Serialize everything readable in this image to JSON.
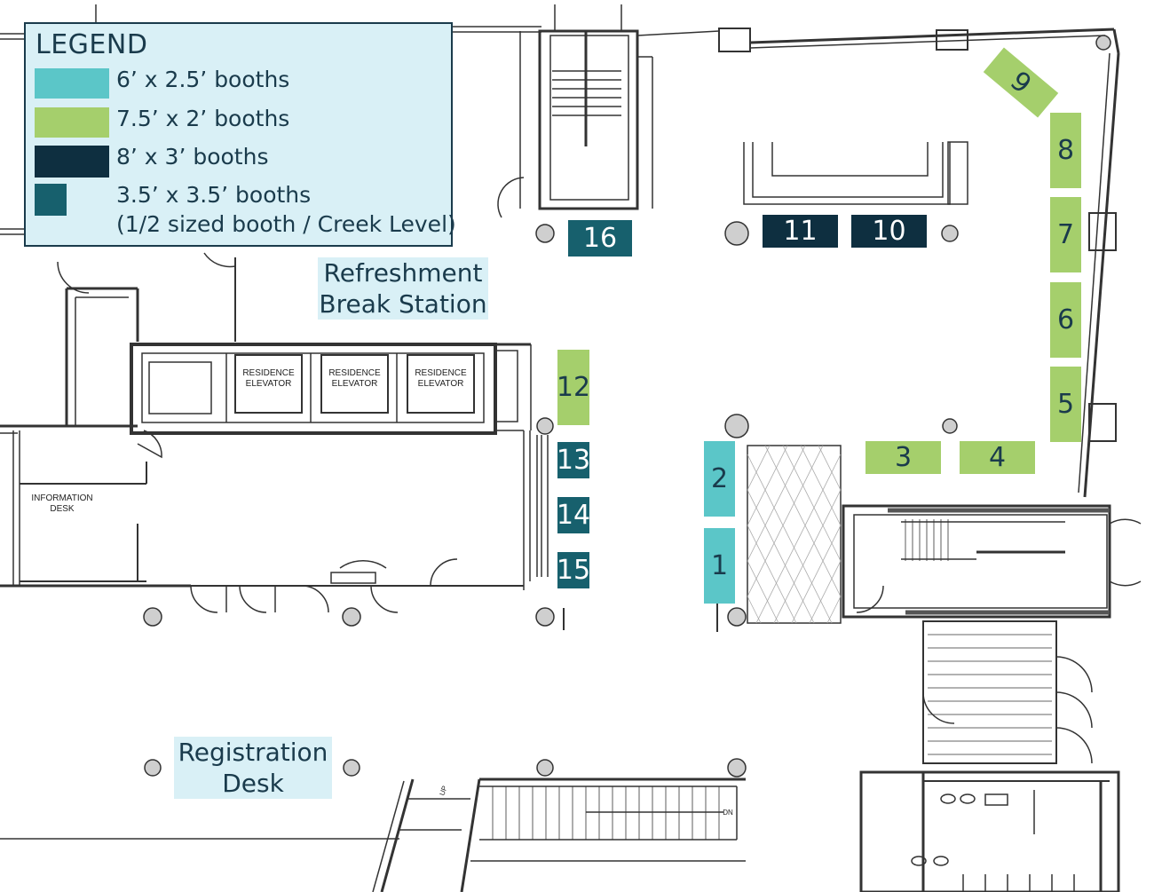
{
  "colors": {
    "booth_6x2_5": "#5bc6c8",
    "booth_7_5x2": "#a5cf6c",
    "booth_8x3": "#0e2f40",
    "booth_3_5x3_5": "#17606d",
    "label_bg": "#d9f0f6",
    "text": "#1a3b4c"
  },
  "legend": {
    "title": "LEGEND",
    "items": [
      {
        "label": "6’ x 2.5’ booths"
      },
      {
        "label": "7.5’ x 2’ booths"
      },
      {
        "label": "8’ x 3’ booths"
      },
      {
        "label": "3.5’ x 3.5’ booths",
        "sublabel": "(1/2 sized booth / Creek Level)"
      }
    ]
  },
  "booths": [
    "1",
    "2",
    "3",
    "4",
    "5",
    "6",
    "7",
    "8",
    "9",
    "10",
    "11",
    "12",
    "13",
    "14",
    "15",
    "16"
  ],
  "labels": {
    "refreshment_line1": "Refreshment",
    "refreshment_line2": "Break Station",
    "registration_line1": "Registration",
    "registration_line2": "Desk"
  },
  "room_labels": {
    "residence_elevator_line1": "RESIDENCE",
    "residence_elevator_line2": "ELEVATOR",
    "information_desk_line1": "INFORMATION",
    "information_desk_line2": "DESK",
    "stair_up": "UP",
    "stair_dn": "DN"
  }
}
